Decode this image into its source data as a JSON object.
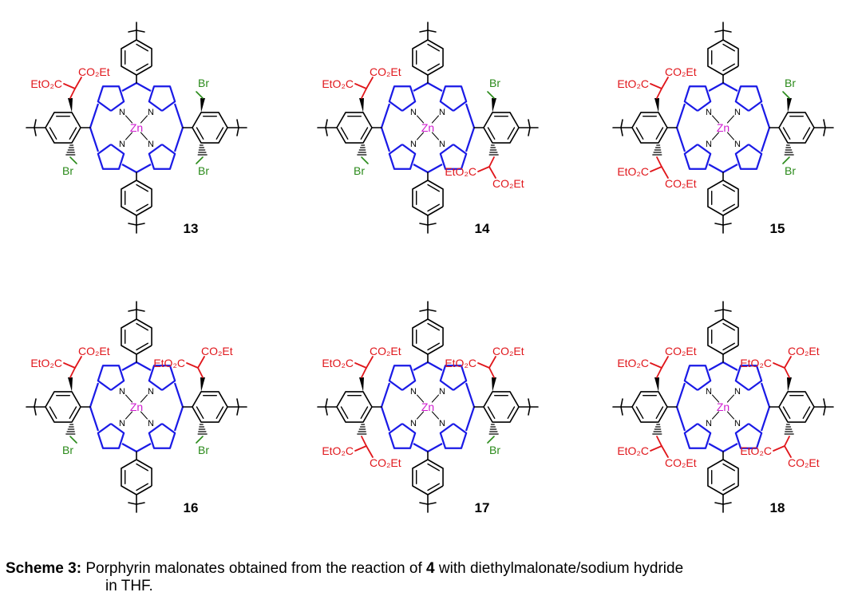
{
  "colors": {
    "porphyrin": "#1a1ae6",
    "ester": "#e0161b",
    "bromide": "#2a8a1a",
    "metal": "#d01cd0",
    "bond": "#000000"
  },
  "labels": {
    "zn": "Zn",
    "n": "N",
    "br": "Br",
    "co2et": "CO₂Et",
    "eto2c": "EtO₂C"
  },
  "compounds": [
    {
      "number": "13",
      "top_left": "ester",
      "bottom_left": "br",
      "top_right": "br",
      "bottom_right": "br"
    },
    {
      "number": "14",
      "top_left": "ester",
      "bottom_left": "br",
      "top_right": "br",
      "bottom_right": "ester"
    },
    {
      "number": "15",
      "top_left": "ester",
      "bottom_left": "ester",
      "top_right": "br",
      "bottom_right": "br"
    },
    {
      "number": "16",
      "top_left": "ester",
      "bottom_left": "br",
      "top_right": "ester",
      "bottom_right": "br"
    },
    {
      "number": "17",
      "top_left": "ester",
      "bottom_left": "ester",
      "top_right": "ester",
      "bottom_right": "br"
    },
    {
      "number": "18",
      "top_left": "ester",
      "bottom_left": "ester",
      "top_right": "ester",
      "bottom_right": "ester"
    }
  ],
  "caption": {
    "title": "Scheme 3:",
    "text_before": " Porphyrin malonates obtained from the reaction of ",
    "ref": "4",
    "text_after": " with diethylmalonate/sodium hydride",
    "line2": "in THF."
  }
}
